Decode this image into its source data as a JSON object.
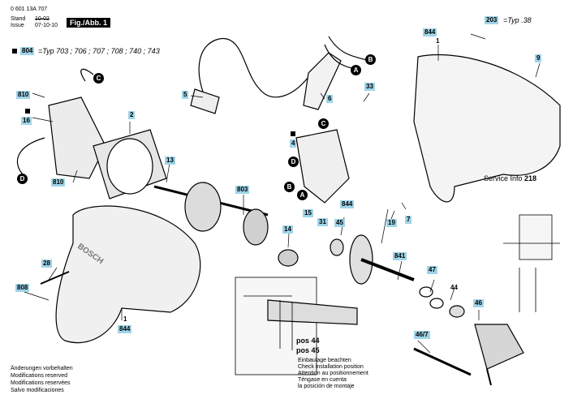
{
  "header": {
    "doc_number": "0 601 13A 707",
    "stand_label": "Stand",
    "issue_label": "Issue",
    "date_old": "10-02",
    "date_new": "07-10-10",
    "fig_label": "Fig./Abb. 1"
  },
  "variant_note": {
    "part": "804",
    "text": "=Typ 703 ; 706 ; 707 ; 708 ; 740 ; 743"
  },
  "typ_note": {
    "part": "203",
    "text": "=Typ .38"
  },
  "service_info": {
    "label": "Service Info",
    "number": "218"
  },
  "connectors": [
    "A",
    "B",
    "C",
    "D"
  ],
  "part_tags": [
    "810",
    "16",
    "810",
    "2",
    "13",
    "5",
    "6",
    "4",
    "33",
    "844",
    "1",
    "9",
    "803",
    "14",
    "15",
    "31",
    "45",
    "844",
    "19",
    "7",
    "841",
    "47",
    "44",
    "46",
    "46/7",
    "28",
    "808",
    "1",
    "844"
  ],
  "pos_labels": [
    "pos 44",
    "pos 45"
  ],
  "brand": "BOSCH",
  "footer_notes": [
    "Änderungen vorbehalten",
    "Modifications reserved",
    "Modifications reservées",
    "Salvo modificaciones"
  ],
  "assembly_notes": [
    "Einbaulage beachten",
    "Check installation position",
    "Attention au positionnement",
    "Téngase en cuenta",
    "la posición de montaje"
  ]
}
